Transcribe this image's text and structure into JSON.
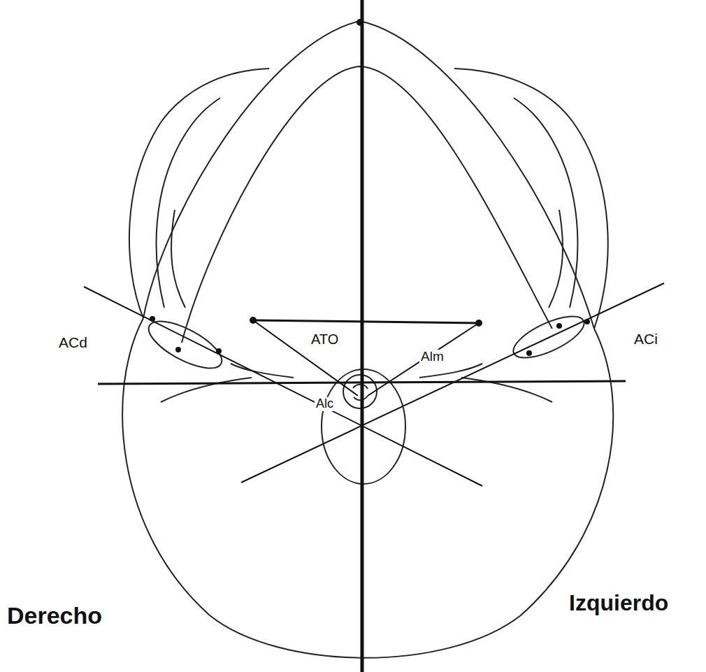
{
  "diagram": {
    "labels": [
      "ACd",
      "ACi",
      "ATO",
      "Alm",
      "Alc",
      "Derecho",
      "Izquierdo"
    ]
  }
}
